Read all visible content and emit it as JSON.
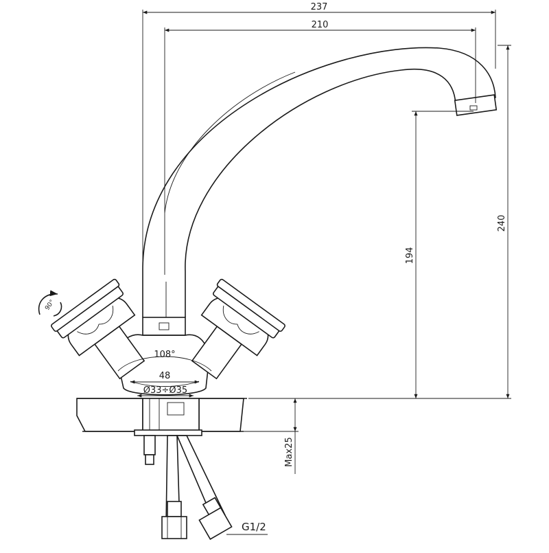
{
  "dimensions": {
    "overall_reach": "237",
    "spout_reach": "210",
    "spout_height": "194",
    "total_height": "240",
    "handle_angle": "108°",
    "base_width": "48",
    "mount_hole": "Ø33÷Ø35",
    "max_counter_thickness": "Max25",
    "connection_thread": "G1/2",
    "handle_rotation": "90°"
  },
  "colors": {
    "line": "#1a1a1a",
    "background": "#ffffff"
  }
}
